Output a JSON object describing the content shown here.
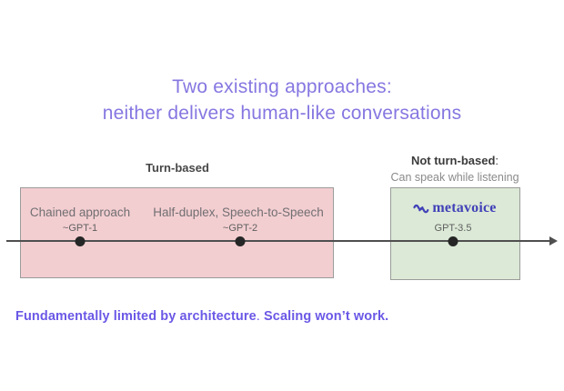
{
  "title": {
    "line1": "Two existing approaches:",
    "line2": "neither delivers human-like conversations"
  },
  "turn_based": {
    "label": "Turn-based",
    "items": [
      {
        "name": "Chained approach",
        "model": "~GPT-1"
      },
      {
        "name": "Half-duplex, Speech-to-Speech",
        "model": "~GPT-2"
      }
    ]
  },
  "not_turn_based": {
    "label": "Not turn-based",
    "colon": ":",
    "sublabel": "Can speak while listening",
    "logo_text": "metavoice",
    "logo_icon": "wave-icon",
    "model": "GPT-3.5"
  },
  "footer": {
    "part1": "Fundamentally limited by architecture",
    "separator": ". ",
    "part2": "Scaling won’t work."
  },
  "colors": {
    "title_text": "#8577e1",
    "footer_text": "#6a58e6",
    "turn_based_fill": "#f3ced1",
    "not_turn_based_fill": "#dbe9d6",
    "box_border": "#9b9b9b",
    "axis": "#4f4f4f",
    "dot": "#262626",
    "metavoice_brand": "#4141b8",
    "heading_dark": "#474747",
    "muted_gray": "#8a8a8a",
    "box_text": "#716f72"
  }
}
